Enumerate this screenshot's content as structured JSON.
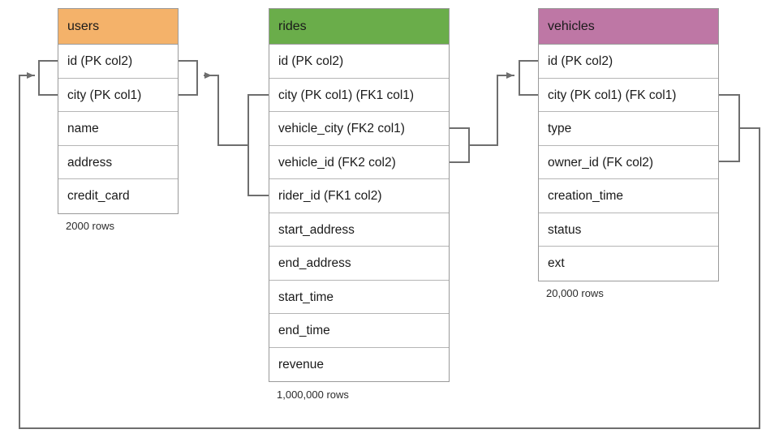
{
  "diagram": {
    "title": "",
    "type": "entity-relationship-diagram",
    "background_color": "#ffffff",
    "line_color": "#6e6e6e",
    "border_color": "#9a9a9a"
  },
  "tables": [
    {
      "name": "users",
      "header_color": "#f4b26a",
      "row_count_label": "2000 rows",
      "columns": [
        {
          "label": "id (PK col2)"
        },
        {
          "label": "city (PK col1)"
        },
        {
          "label": "name"
        },
        {
          "label": "address"
        },
        {
          "label": "credit_card"
        }
      ]
    },
    {
      "name": "rides",
      "header_color": "#6aad4a",
      "row_count_label": "1,000,000 rows",
      "columns": [
        {
          "label": "id (PK col2)"
        },
        {
          "label": "city (PK col1) (FK1 col1)"
        },
        {
          "label": "vehicle_city (FK2 col1)"
        },
        {
          "label": "vehicle_id (FK2 col2)"
        },
        {
          "label": "rider_id (FK1 col2)"
        },
        {
          "label": "start_address"
        },
        {
          "label": "end_address"
        },
        {
          "label": "start_time"
        },
        {
          "label": "end_time"
        },
        {
          "label": "revenue"
        }
      ]
    },
    {
      "name": "vehicles",
      "header_color": "#be77a5",
      "row_count_label": "20,000 rows",
      "columns": [
        {
          "label": "id (PK col2)"
        },
        {
          "label": "city (PK col1) (FK col1)"
        },
        {
          "label": "type"
        },
        {
          "label": "owner_id (FK col2)"
        },
        {
          "label": "creation_time"
        },
        {
          "label": "status"
        },
        {
          "label": "ext"
        }
      ]
    }
  ],
  "relationships": [
    {
      "name": "rides-FK1-to-users",
      "from_table": "rides",
      "from_columns": [
        "city (PK col1) (FK1 col1)",
        "rider_id (FK1 col2)"
      ],
      "to_table": "users",
      "to_columns": [
        "id (PK col2)",
        "city (PK col1)"
      ],
      "arrow": "to-users"
    },
    {
      "name": "rides-FK2-to-vehicles",
      "from_table": "rides",
      "from_columns": [
        "vehicle_city (FK2 col1)",
        "vehicle_id (FK2 col2)"
      ],
      "to_table": "vehicles",
      "to_columns": [
        "id (PK col2)",
        "city (PK col1) (FK col1)"
      ],
      "arrow": "to-vehicles"
    },
    {
      "name": "vehicles-FK-to-users",
      "from_table": "vehicles",
      "from_columns": [
        "city (PK col1) (FK col1)",
        "owner_id (FK col2)"
      ],
      "to_table": "users",
      "to_columns": [
        "id (PK col2)",
        "city (PK col1)"
      ],
      "arrow": "to-users"
    }
  ]
}
